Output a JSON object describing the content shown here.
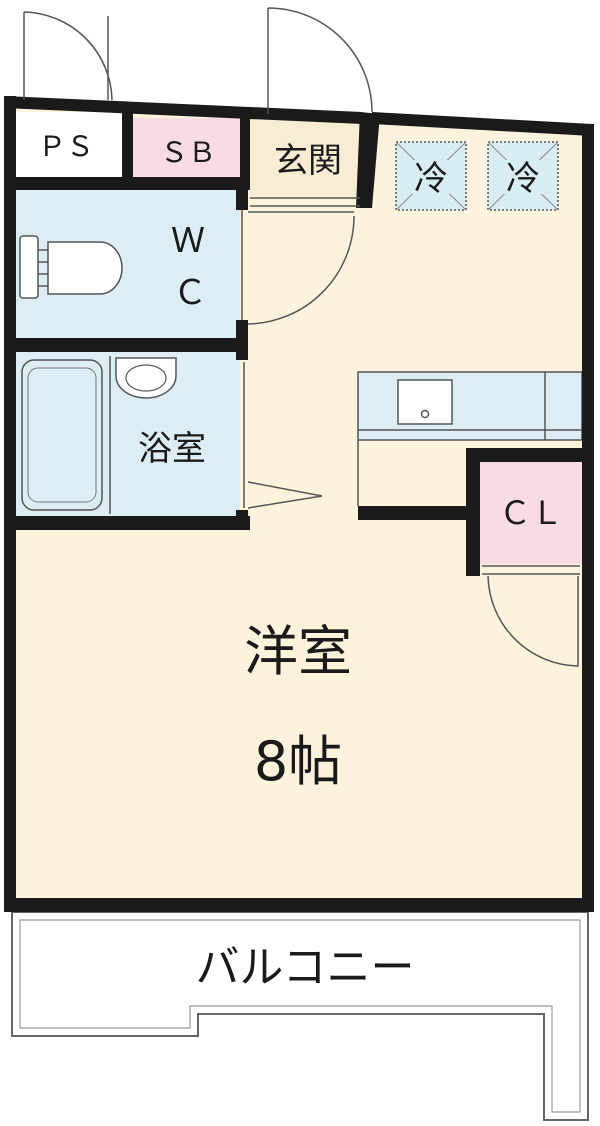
{
  "rooms": {
    "ps": "ＰＳ",
    "sb": "ＳＢ",
    "genkan": "玄関",
    "fridge_1": "冷",
    "fridge_2": "冷",
    "wc_line1": "Ｗ",
    "wc_line2": "Ｃ",
    "bath": "浴室",
    "closet": "ＣＬ",
    "main_room": "洋室",
    "main_size": "8帖",
    "balcony": "バルコニー"
  },
  "colors": {
    "floor": "#fdf3dc",
    "wet_area": "#dcedf6",
    "storage_pink": "#f9dbe3",
    "wall": "#1a1a1a",
    "fridge": "#d7edf3"
  }
}
